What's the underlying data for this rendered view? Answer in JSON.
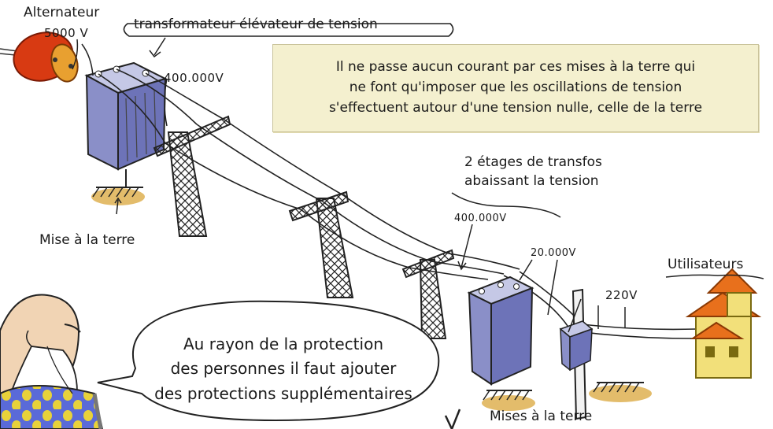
{
  "labels": {
    "alternateur": "Alternateur",
    "alternateur_voltage": "5000 V",
    "transformateur": "transformateur élévateur de tension",
    "voltage_400kv_top": "400.000V",
    "mise_terre": "Mise à la terre",
    "etages_line1": "2 étages de transfos",
    "etages_line2": "abaissant la tension",
    "voltage_400kv_bottom": "400.000V",
    "voltage_20kv": "20.000V",
    "voltage_220v": "220V",
    "utilisateurs": "Utilisateurs",
    "mises_terre": "Mises à la terre"
  },
  "note": {
    "line1": "Il ne passe aucun courant par ces mises à la terre qui",
    "line2": "ne font qu'imposer que les oscillations de tension",
    "line3": "s'effectuent autour d'une tension nulle, celle de la terre"
  },
  "speech": {
    "line1": "Au rayon de la protection",
    "line2": "des personnes il faut ajouter",
    "line3": "des protections supplémentaires"
  },
  "colors": {
    "alternator": "#d83a12",
    "transformer": "#8a8fc8",
    "house_roof": "#e8701c",
    "house_wall": "#f2e07a",
    "ground": "#d9a53a",
    "note_bg": "#f4f0cf",
    "robe": "#5a6ad8",
    "robe_dots": "#e8d23a"
  }
}
